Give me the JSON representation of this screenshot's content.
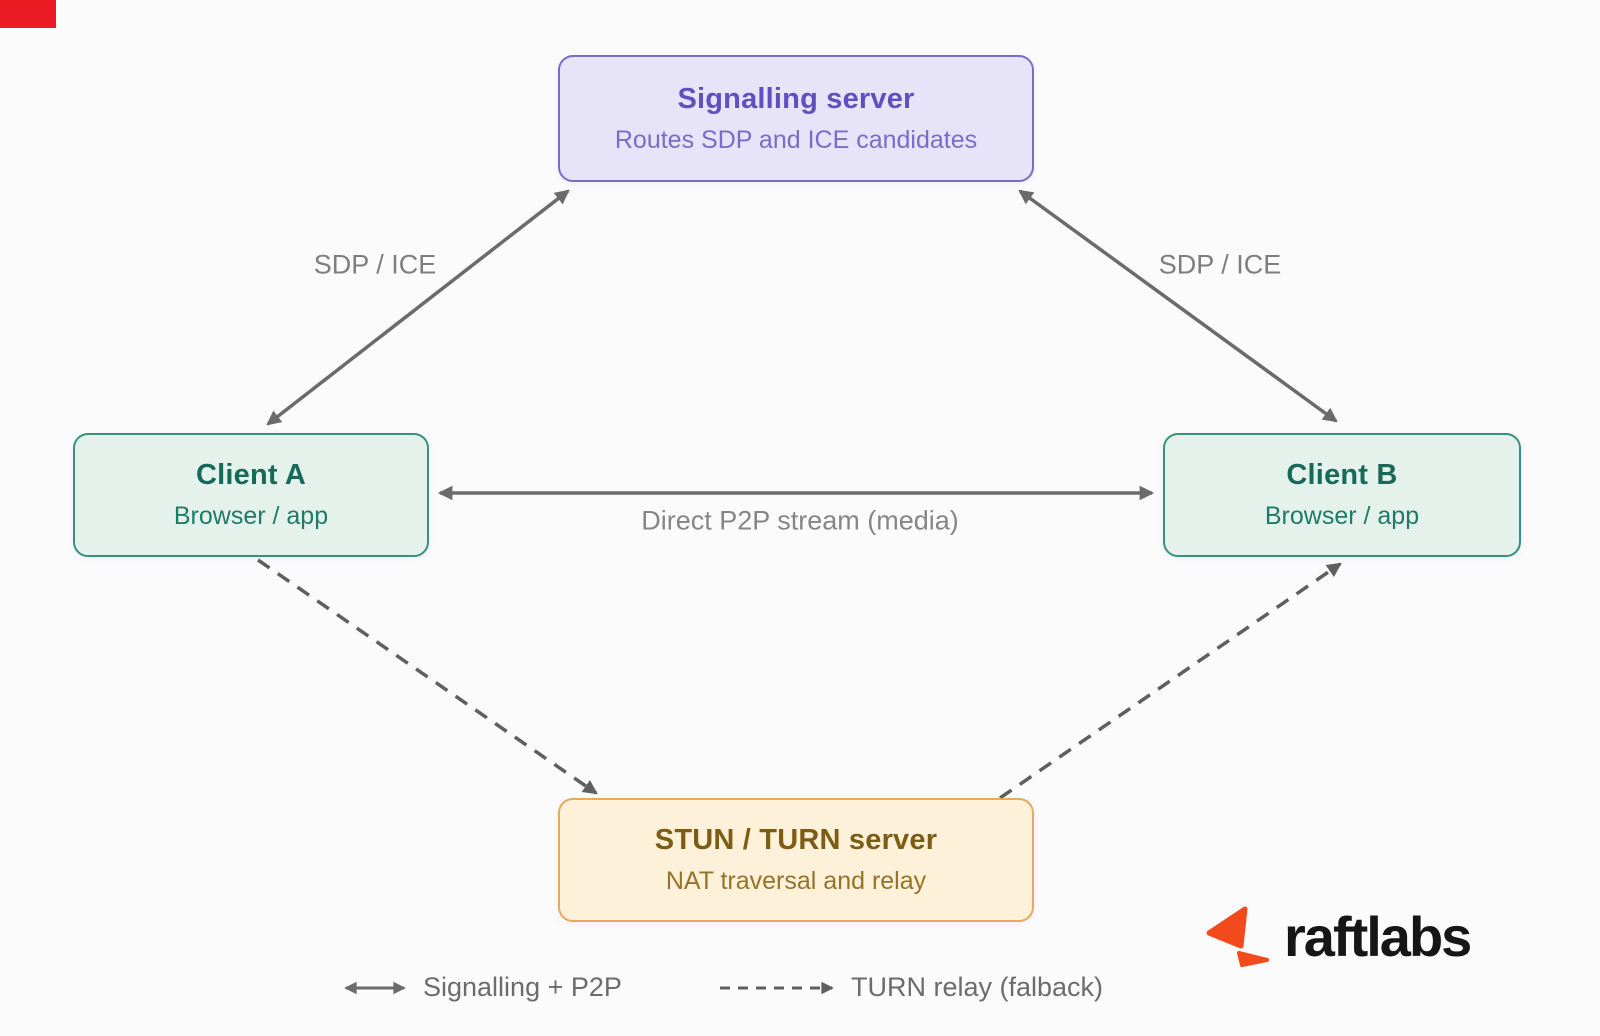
{
  "page": {
    "background": "#fbfbfc"
  },
  "corner_marker": {
    "color": "#ea1b23"
  },
  "nodes": {
    "signalling": {
      "title": "Signalling server",
      "subtitle": "Routes SDP and ICE candidates",
      "fill": "#e7e3f8",
      "border": "#7b6ac8",
      "title_color": "#5f50c0",
      "subtitle_color": "#7a6cc9"
    },
    "client_a": {
      "title": "Client A",
      "subtitle": "Browser / app",
      "fill": "#e5f2ec",
      "border": "#36917d",
      "title_color": "#17695a",
      "subtitle_color": "#1f7a68"
    },
    "client_b": {
      "title": "Client B",
      "subtitle": "Browser / app",
      "fill": "#e5f2ec",
      "border": "#36917d",
      "title_color": "#17695a",
      "subtitle_color": "#1f7a68"
    },
    "stun_turn": {
      "title": "STUN / TURN server",
      "subtitle": "NAT traversal and relay",
      "fill": "#fdf1d9",
      "border": "#e6a95f",
      "title_color": "#7d5c14",
      "subtitle_color": "#97732a"
    }
  },
  "edges": {
    "arrow_color": "#6b6b6b",
    "label_color": "#7e7e7e",
    "sdp_ice_left": "SDP / ICE",
    "sdp_ice_right": "SDP / ICE",
    "direct_p2p": "Direct P2P stream (media)"
  },
  "legend": {
    "solid_label": "Signalling + P2P",
    "dashed_label": "TURN relay (falback)",
    "text_color": "#6c6c6c"
  },
  "brand": {
    "name": "raftlabs",
    "icon_color": "#f34a1d",
    "text_color": "#161616"
  }
}
